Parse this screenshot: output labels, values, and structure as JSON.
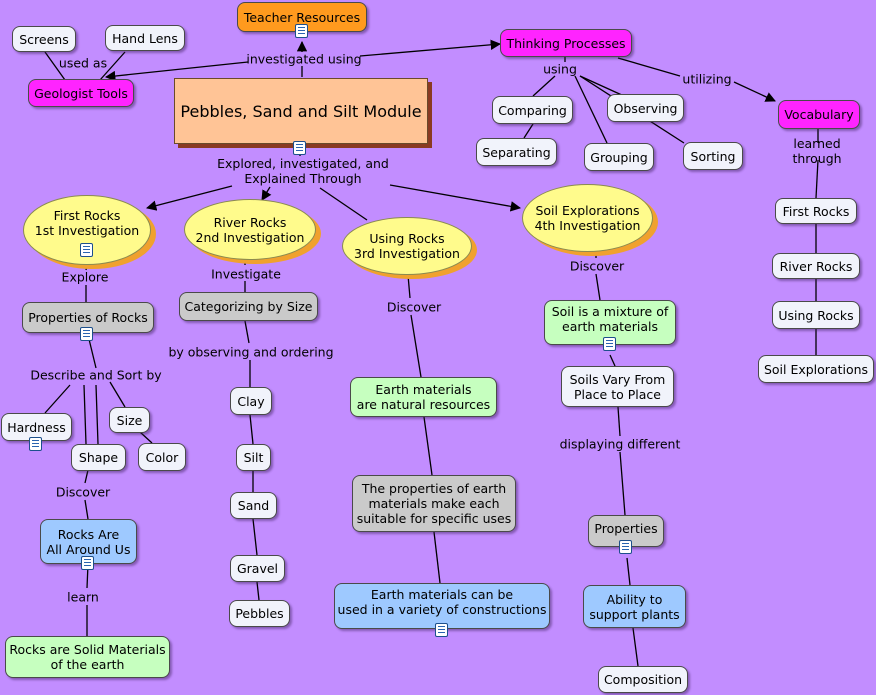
{
  "nodes": {
    "teacher_resources": "Teacher Resources",
    "screens": "Screens",
    "hand_lens": "Hand Lens",
    "geologist_tools": "Geologist Tools",
    "main_title": "Pebbles, Sand and Silt Module",
    "thinking_processes": "Thinking Processes",
    "comparing": "Comparing",
    "observing": "Observing",
    "separating": "Separating",
    "grouping": "Grouping",
    "sorting": "Sorting",
    "vocabulary": "Vocabulary",
    "vocab_first_rocks": "First Rocks",
    "vocab_river_rocks": "River Rocks",
    "vocab_using_rocks": "Using Rocks",
    "vocab_soil_explorations": "Soil Explorations",
    "first_rocks": "First Rocks\n1st Investigation",
    "river_rocks": "River Rocks\n2nd Investigation",
    "using_rocks": "Using Rocks\n3rd Investigation",
    "soil_explorations": "Soil Explorations\n4th Investigation",
    "properties_of_rocks": "Properties of Rocks",
    "hardness": "Hardness",
    "size": "Size",
    "color": "Color",
    "shape": "Shape",
    "rocks_around_us": "Rocks Are\nAll Around Us",
    "rocks_solid": "Rocks are Solid Materials\nof the earth",
    "categorizing_by_size": "Categorizing by Size",
    "clay": "Clay",
    "silt": "Silt",
    "sand": "Sand",
    "gravel": "Gravel",
    "pebbles": "Pebbles",
    "earth_natural": "Earth materials\nare natural resources",
    "earth_properties": "The properties of earth\nmaterials make each\nsuitable for specific uses",
    "earth_constructions": "Earth materials can be\nused in a variety of constructions",
    "soil_mixture": "Soil is a mixture of\nearth materials",
    "soils_vary": "Soils Vary From\nPlace to Place",
    "properties": "Properties",
    "support_plants": "Ability to\nsupport plants",
    "composition": "Composition"
  },
  "links": {
    "investigated_using": "investigated using",
    "used_as": "used as",
    "using": "using",
    "utilizing": "utilizing",
    "learned_through": "learned through",
    "explored_through": "Explored, investigated, and\nExplained Through",
    "explore": "Explore",
    "investigate": "Investigate",
    "discover_using": "Discover",
    "discover_soil": "Discover",
    "describe_sort": "Describe and Sort by",
    "discover_rocks": "Discover",
    "learn": "learn",
    "by_observing": "by observing and ordering",
    "displaying_different": "displaying different"
  },
  "colors": {
    "background": "#c28dff",
    "magenta": "#ff24ff",
    "orange": "#ff9a1e",
    "ellipse": "#fffb8c",
    "green": "#c6ffbf",
    "gray": "#cacaca",
    "blue": "#9ec9ff",
    "white": "#f1f3fb"
  }
}
